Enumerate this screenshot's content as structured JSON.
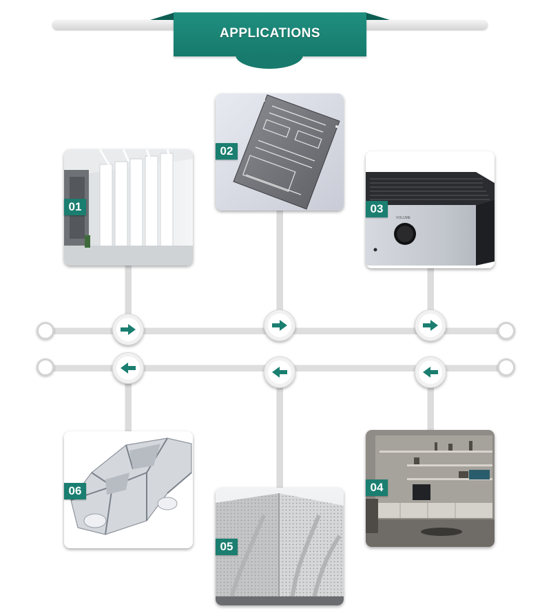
{
  "header": {
    "title": "APPLICATIONS"
  },
  "colors": {
    "accent": "#1a7e70",
    "line": "#dcdcdc",
    "card_shadow": "#9a9a9a"
  },
  "flow": {
    "upper_row_arrow": "arrow-right-icon",
    "lower_row_arrow": "arrow-left-icon"
  },
  "applications": [
    {
      "number": "01",
      "image": "interior-wall-panels-photo"
    },
    {
      "number": "02",
      "image": "metal-nameplate-photo"
    },
    {
      "number": "03",
      "image": "amplifier-front-panel-photo"
    },
    {
      "number": "04",
      "image": "living-room-cabinet-photo"
    },
    {
      "number": "05",
      "image": "perforated-facade-photo"
    },
    {
      "number": "06",
      "image": "car-body-frame-photo"
    }
  ]
}
